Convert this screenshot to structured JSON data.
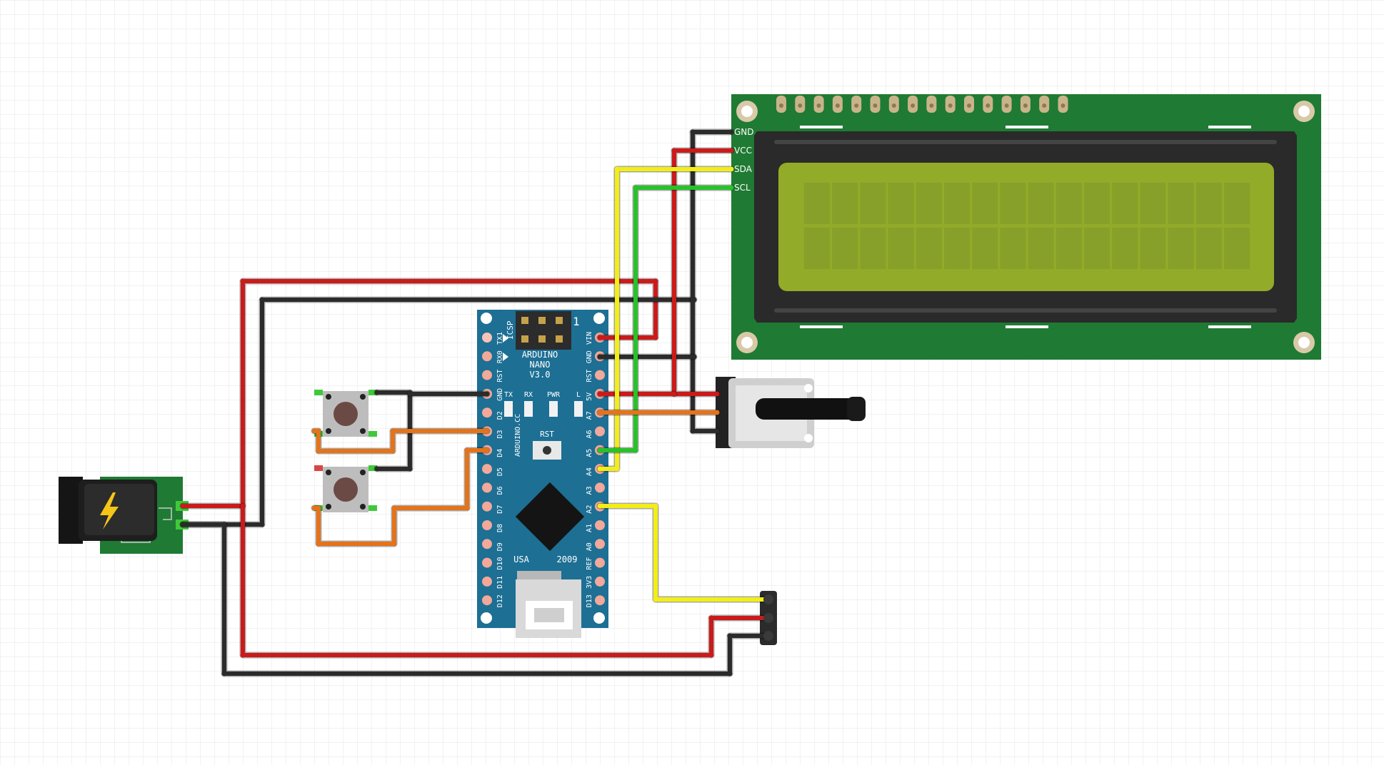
{
  "colors": {
    "wire_red": "#cc1a1a",
    "wire_black": "#2b2b2b",
    "wire_yellow": "#f2ee16",
    "wire_green": "#28c22a",
    "wire_orange": "#e5731a",
    "pcb_green": "#1f7a33",
    "nano_blue": "#1d6f94",
    "lcd_screen": "#92ab28",
    "grid": "#e4e4e4"
  },
  "arduino": {
    "name_line1": "ARDUINO",
    "name_line2": "NANO",
    "name_line3": "V3.0",
    "icsp": "ICSP",
    "one": "1",
    "vertical_label": "ARDUINO.CC",
    "rst": "RST",
    "usa": "USA",
    "year": "2009",
    "leds": [
      "TX",
      "RX",
      "PWR",
      "L"
    ],
    "left_pins": [
      "TX1",
      "RX0",
      "RST",
      "GND",
      "D2",
      "D3",
      "D4",
      "D5",
      "D6",
      "D7",
      "D8",
      "D9",
      "D10",
      "D11",
      "D12"
    ],
    "right_pins": [
      "VIN",
      "GND",
      "RST",
      "5V",
      "A7",
      "A6",
      "A5",
      "A4",
      "A3",
      "A2",
      "A1",
      "A0",
      "REF",
      "3V3",
      "D13"
    ]
  },
  "lcd": {
    "pins": [
      "GND",
      "VCC",
      "SDA",
      "SCL"
    ],
    "cols": 16,
    "rows": 2,
    "header_pins": 16
  },
  "icons": {
    "power_jack": "lightning-bolt-icon"
  }
}
